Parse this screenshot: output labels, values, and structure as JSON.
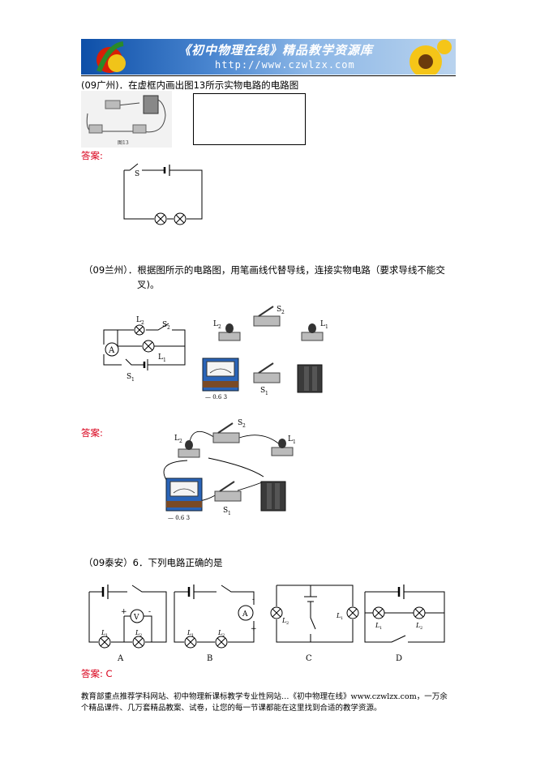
{
  "banner": {
    "title": "《初中物理在线》精品教学资源库",
    "url": "http://www.czwlzx.com"
  },
  "q1": {
    "text": "(09广州)．在虚框内画出图13所示实物电路的电路图",
    "fig_label": "图13",
    "answer_label": "答案:",
    "switch_label": "S"
  },
  "q2": {
    "line1": "（09兰州）．根据图所示的电路图，用笔画线代替导线，连接实物电路（要求导线不能交",
    "line2": "叉)。",
    "answer_label": "答案:",
    "ammeter_symbol": "A",
    "l2": "L",
    "l2_sub": "2",
    "l1": "L",
    "l1_sub": "1",
    "s2": "S",
    "s2_sub": "2",
    "s1": "S",
    "s1_sub": "1",
    "meter_scale": "— 0.6  3"
  },
  "q3": {
    "text": "（09泰安）6．下列电路正确的是",
    "labels": [
      "A",
      "B",
      "C",
      "D"
    ],
    "voltmeter_symbol": "V",
    "ammeter_symbol": "A",
    "lamp_l1": "L",
    "lamp_l2": "L",
    "sub1": "1",
    "sub2": "2",
    "plus": "+",
    "minus": "-",
    "answer": "答案: C"
  },
  "footer": {
    "line1": "教育部重点推荐学科网站、初中物理新课标教学专业性网站…《初中物理在线》www.czwlzx.com，一万余",
    "line2": "个精品课件、几万套精品教案、试卷，让您的每一节课都能在这里找到合适的教学资源。"
  }
}
